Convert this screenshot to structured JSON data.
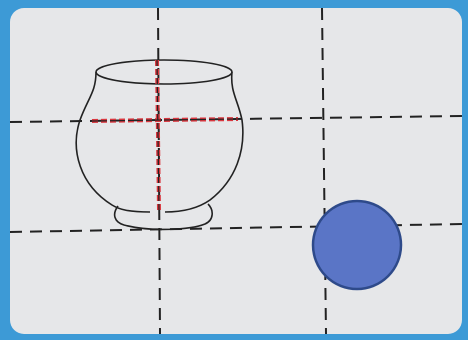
{
  "scene": {
    "background_color": "#3d9ad6",
    "paper_color": "#e6e7e9",
    "ink_color": "#222222",
    "highlight_color": "#d9363e",
    "circle_color": "#5a75c6",
    "circle_outline_color": "#2e4a8a"
  },
  "objects": {
    "vase": "vase-drawing",
    "grid": "dashed-grid",
    "circle": "blue-circle"
  }
}
